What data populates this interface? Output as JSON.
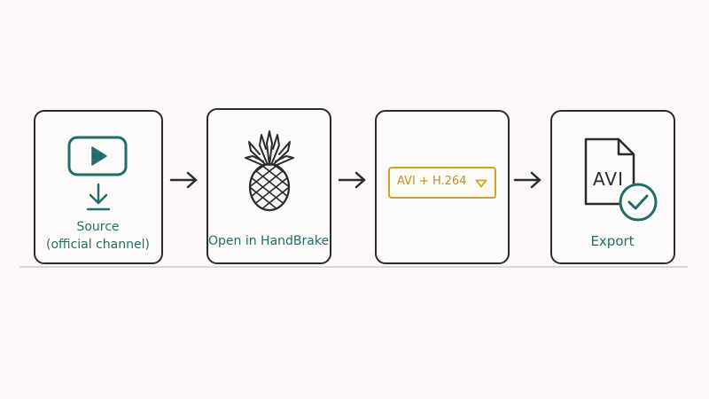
{
  "steps": [
    {
      "id": "source",
      "label_line1": "Source",
      "label_line2": "(official channel)",
      "icons": [
        "play-video-icon",
        "download-arrow-icon"
      ]
    },
    {
      "id": "handbrake",
      "label": "Open in HandBrake",
      "icons": [
        "pineapple-icon"
      ]
    },
    {
      "id": "format",
      "format_value": "AVI + H.264",
      "icons": [
        "dropdown-triangle-icon"
      ]
    },
    {
      "id": "export",
      "file_type": "AVI",
      "label": "Export",
      "icons": [
        "file-document-icon",
        "check-circle-icon"
      ]
    }
  ],
  "colors": {
    "teal": "#1f6e68",
    "amber": "#d5a025",
    "ink": "#2b2b2b",
    "background": "#fbf8f7"
  }
}
